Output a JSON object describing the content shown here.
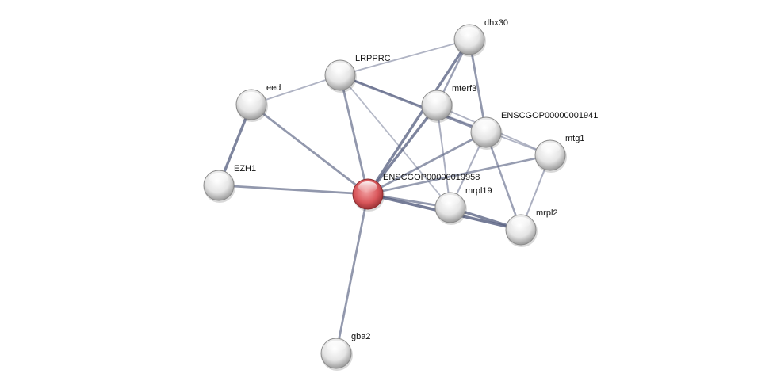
{
  "network": {
    "nodes": [
      {
        "id": "dhx30",
        "label": "dhx30",
        "query": false
      },
      {
        "id": "LRPPRC",
        "label": "LRPPRC",
        "query": false
      },
      {
        "id": "eed",
        "label": "eed",
        "query": false
      },
      {
        "id": "mterf3",
        "label": "mterf3",
        "query": false
      },
      {
        "id": "ENSCGOP00000001941",
        "label": "ENSCGOP00000001941",
        "query": false
      },
      {
        "id": "mtg1",
        "label": "mtg1",
        "query": false
      },
      {
        "id": "EZH1",
        "label": "EZH1",
        "query": false
      },
      {
        "id": "ENSCGOP00000019958",
        "label": "ENSCGOP00000019958",
        "query": true
      },
      {
        "id": "mrpl19",
        "label": "mrpl19",
        "query": false
      },
      {
        "id": "mrpl2",
        "label": "mrpl2",
        "query": false
      },
      {
        "id": "gba2",
        "label": "gba2",
        "query": false
      }
    ],
    "edges": [
      {
        "a": "LRPPRC",
        "b": "dhx30",
        "strength": 0.3
      },
      {
        "a": "LRPPRC",
        "b": "eed",
        "strength": 0.3
      },
      {
        "a": "LRPPRC",
        "b": "ENSCGOP00000019958",
        "strength": 0.6
      },
      {
        "a": "LRPPRC",
        "b": "mrpl19",
        "strength": 0.25
      },
      {
        "a": "LRPPRC",
        "b": "ENSCGOP00000001941",
        "strength": 0.7
      },
      {
        "a": "LRPPRC",
        "b": "mtg1",
        "strength": 0.3
      },
      {
        "a": "dhx30",
        "b": "ENSCGOP00000019958",
        "strength": 0.8
      },
      {
        "a": "dhx30",
        "b": "mterf3",
        "strength": 0.5
      },
      {
        "a": "dhx30",
        "b": "ENSCGOP00000001941",
        "strength": 0.6
      },
      {
        "a": "mterf3",
        "b": "ENSCGOP00000019958",
        "strength": 0.8
      },
      {
        "a": "mterf3",
        "b": "mrpl19",
        "strength": 0.35
      },
      {
        "a": "mterf3",
        "b": "mtg1",
        "strength": 0.3
      },
      {
        "a": "ENSCGOP00000001941",
        "b": "ENSCGOP00000019958",
        "strength": 0.6
      },
      {
        "a": "ENSCGOP00000001941",
        "b": "mrpl19",
        "strength": 0.35
      },
      {
        "a": "ENSCGOP00000001941",
        "b": "mrpl2",
        "strength": 0.5
      },
      {
        "a": "mtg1",
        "b": "ENSCGOP00000019958",
        "strength": 0.55
      },
      {
        "a": "mtg1",
        "b": "mrpl2",
        "strength": 0.35
      },
      {
        "a": "ENSCGOP00000019958",
        "b": "mrpl19",
        "strength": 0.6
      },
      {
        "a": "ENSCGOP00000019958",
        "b": "mrpl2",
        "strength": 0.9
      },
      {
        "a": "mrpl19",
        "b": "mrpl2",
        "strength": 0.8
      },
      {
        "a": "ENSCGOP00000019958",
        "b": "eed",
        "strength": 0.6
      },
      {
        "a": "ENSCGOP00000019958",
        "b": "EZH1",
        "strength": 0.6
      },
      {
        "a": "ENSCGOP00000019958",
        "b": "gba2",
        "strength": 0.6
      },
      {
        "a": "eed",
        "b": "EZH1",
        "strength": 0.8
      }
    ],
    "colors": {
      "query_node": "#d9575b",
      "node": "#e6e6e6",
      "edge": "#5a6383"
    }
  }
}
